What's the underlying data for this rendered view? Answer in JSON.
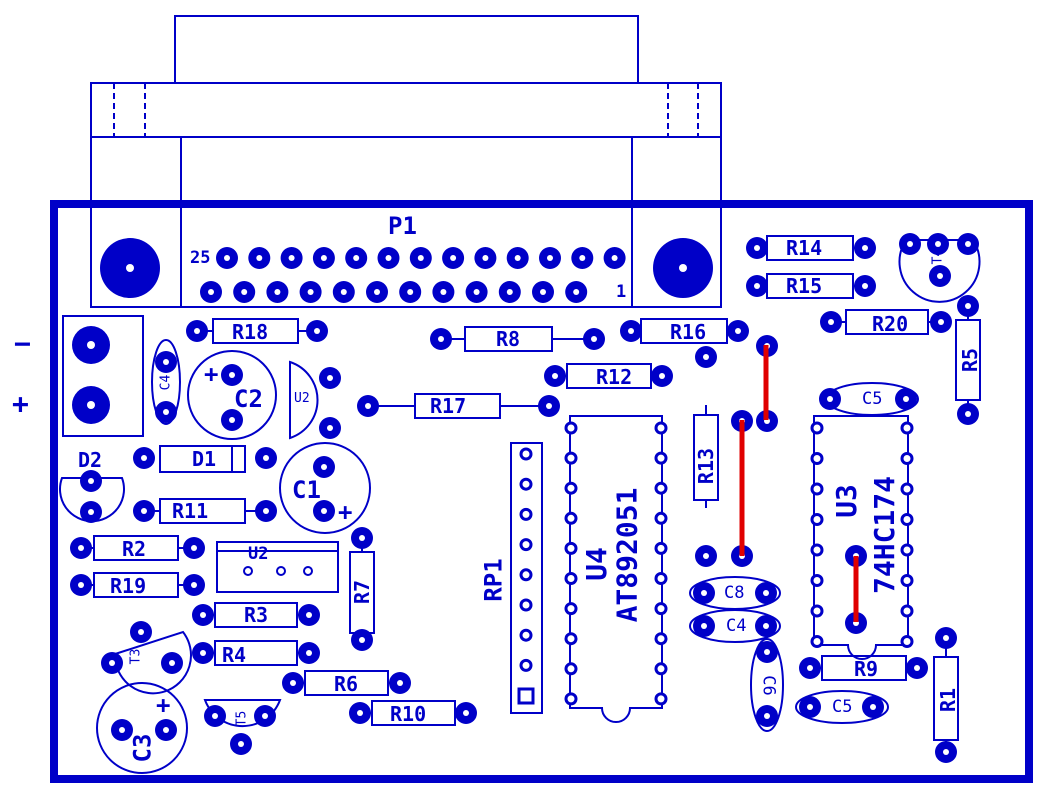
{
  "colors": {
    "silk": "#0000c8",
    "jumper": "#e00000",
    "background": "#ffffff"
  },
  "connector": {
    "ref": "P1",
    "pin_first": "1",
    "pin_last": "25"
  },
  "power": {
    "minus": "−",
    "plus": "+"
  },
  "components": {
    "R1": "R1",
    "R2": "R2",
    "R3": "R3",
    "R4": "R4",
    "R5": "R5",
    "R6": "R6",
    "R7": "R7",
    "R8": "R8",
    "R9": "R9",
    "R10": "R10",
    "R11": "R11",
    "R12": "R12",
    "R13": "R13",
    "R14": "R14",
    "R15": "R15",
    "R16": "R16",
    "R17": "R17",
    "R18": "R18",
    "R19": "R19",
    "R20": "R20",
    "C1": "C1",
    "C2": "C2",
    "C3": "C3",
    "C4a": "C4",
    "C4b": "C4",
    "C5a": "C5",
    "C5b": "C5",
    "C6": "C6",
    "C8": "C8",
    "D1": "D1",
    "D2": "D2",
    "U2a": "U2",
    "U2b": "U2",
    "U3": "U3",
    "U4": "U4",
    "T3": "T3",
    "T4": "T4",
    "T5": "T5",
    "RP1": "RP1",
    "U4_part": "AT892051",
    "U3_part": "74HC174",
    "plus_mark": "+"
  }
}
